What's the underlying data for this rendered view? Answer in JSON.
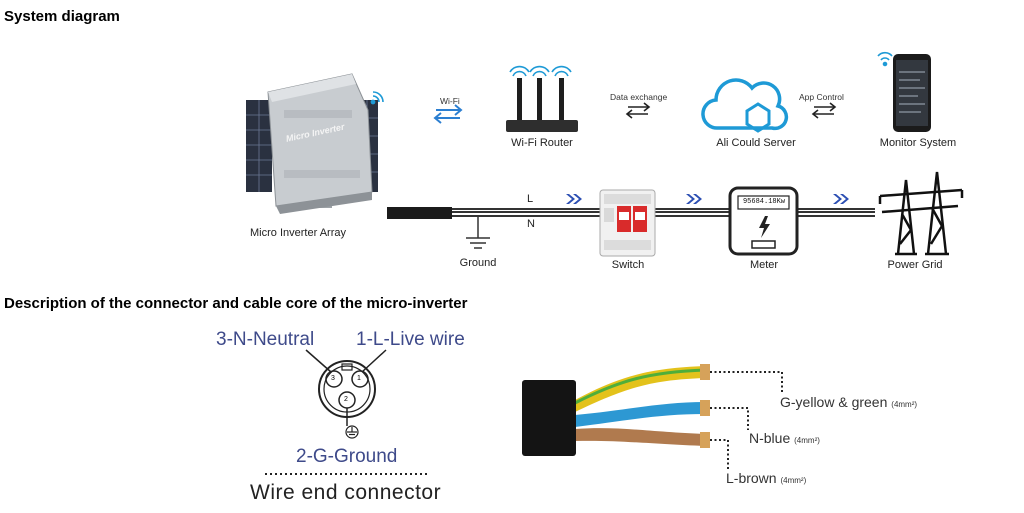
{
  "headings": {
    "system": "System diagram",
    "connector": "Description of the connector and cable core of the micro-inverter"
  },
  "system": {
    "inverter_label": "Micro Inverter Array",
    "inverter_brand": "Micro Inverter",
    "wifi_label": "Wi-Fi",
    "router_label": "Wi-Fi Router",
    "data_label": "Data exchange",
    "server_label": "Ali Could Server",
    "app_label": "App Control",
    "monitor_label": "Monitor System",
    "line_L": "L",
    "line_N": "N",
    "ground_label": "Ground",
    "switch_label": "Switch",
    "meter_label": "Meter",
    "meter_reading": "95684.18Kw",
    "grid_label": "Power Grid"
  },
  "connector": {
    "neutral": "3-N-Neutral",
    "live": "1-L-Live wire",
    "ground": "2-G-Ground",
    "wire_end": "Wire end connector",
    "pins": [
      "3",
      "1",
      "2"
    ]
  },
  "cable": {
    "g_label": "G-yellow & green",
    "n_label": "N-blue",
    "l_label": "L-brown",
    "unit": "(4mm²)"
  },
  "colors": {
    "accent_blue": "#2c4fb3",
    "text_blue": "#3e4a8a",
    "wifi_cyan": "#1e9ad6",
    "breaker_red": "#d92b2b",
    "wire_yellow": "#e3c21b",
    "wire_green": "#4fae3a",
    "wire_blue": "#2d98d3",
    "wire_brown": "#b07a4e"
  }
}
